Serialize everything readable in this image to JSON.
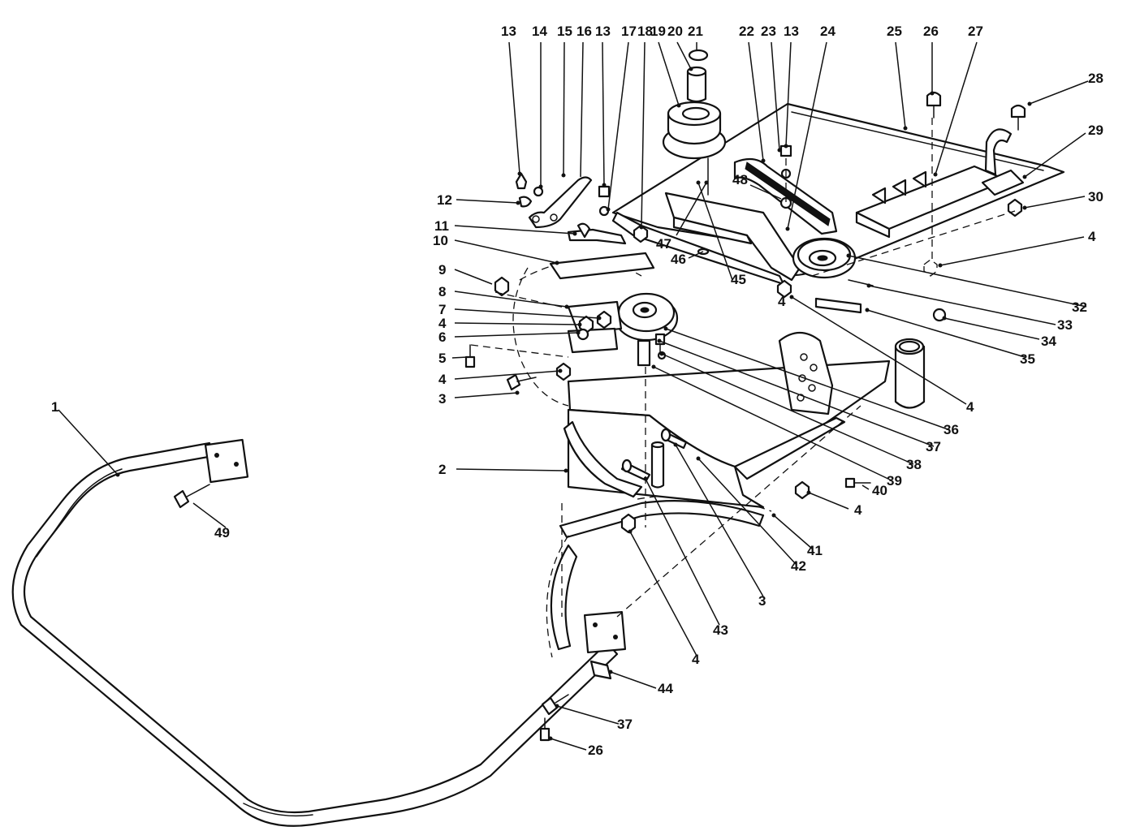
{
  "diagram": {
    "callouts": [
      "1",
      "2",
      "3",
      "3",
      "4",
      "4",
      "4",
      "4",
      "4",
      "4",
      "4",
      "5",
      "6",
      "7",
      "8",
      "9",
      "10",
      "11",
      "12",
      "13",
      "13",
      "13",
      "14",
      "15",
      "16",
      "17",
      "18",
      "19",
      "20",
      "21",
      "22",
      "23",
      "24",
      "25",
      "26",
      "26",
      "27",
      "28",
      "29",
      "30",
      "32",
      "33",
      "34",
      "35",
      "36",
      "37",
      "37",
      "38",
      "39",
      "40",
      "41",
      "42",
      "43",
      "44",
      "45",
      "46",
      "47",
      "48",
      "49"
    ]
  }
}
